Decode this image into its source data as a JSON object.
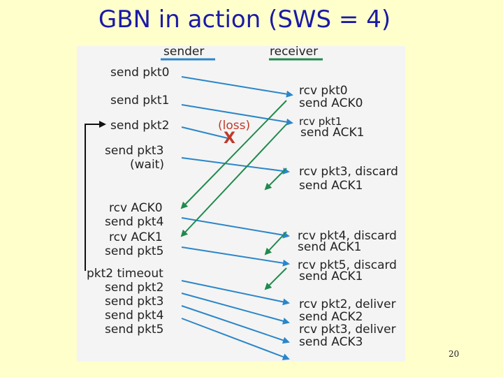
{
  "title": "GBN in action (SWS = 4)",
  "page_number": "20",
  "colors": {
    "sender": "#2b86c9",
    "receiver": "#1f8a4c",
    "loss": "#c0392b"
  },
  "header": {
    "sender": "sender",
    "receiver": "receiver"
  },
  "sender_events": [
    "send pkt0",
    "send pkt1",
    "send pkt2",
    "send pkt3",
    "(wait)",
    "rcv ACK0",
    "send pkt4",
    "rcv ACK1",
    "send pkt5",
    "pkt2 timeout",
    "send pkt2",
    "send pkt3",
    "send pkt4",
    "send pkt5"
  ],
  "receiver_events": [
    "rcv pkt0",
    "send ACK0",
    "rcv pkt1",
    "send ACK1",
    "rcv pkt3, discard",
    "send ACK1",
    "rcv pkt4, discard",
    "send ACK1",
    "rcv pkt5, discard",
    "send ACK1",
    "rcv pkt2, deliver",
    "send ACK2",
    "rcv pkt3, deliver",
    "send ACK3"
  ],
  "loss": {
    "label": "(loss)",
    "mark": "X"
  }
}
